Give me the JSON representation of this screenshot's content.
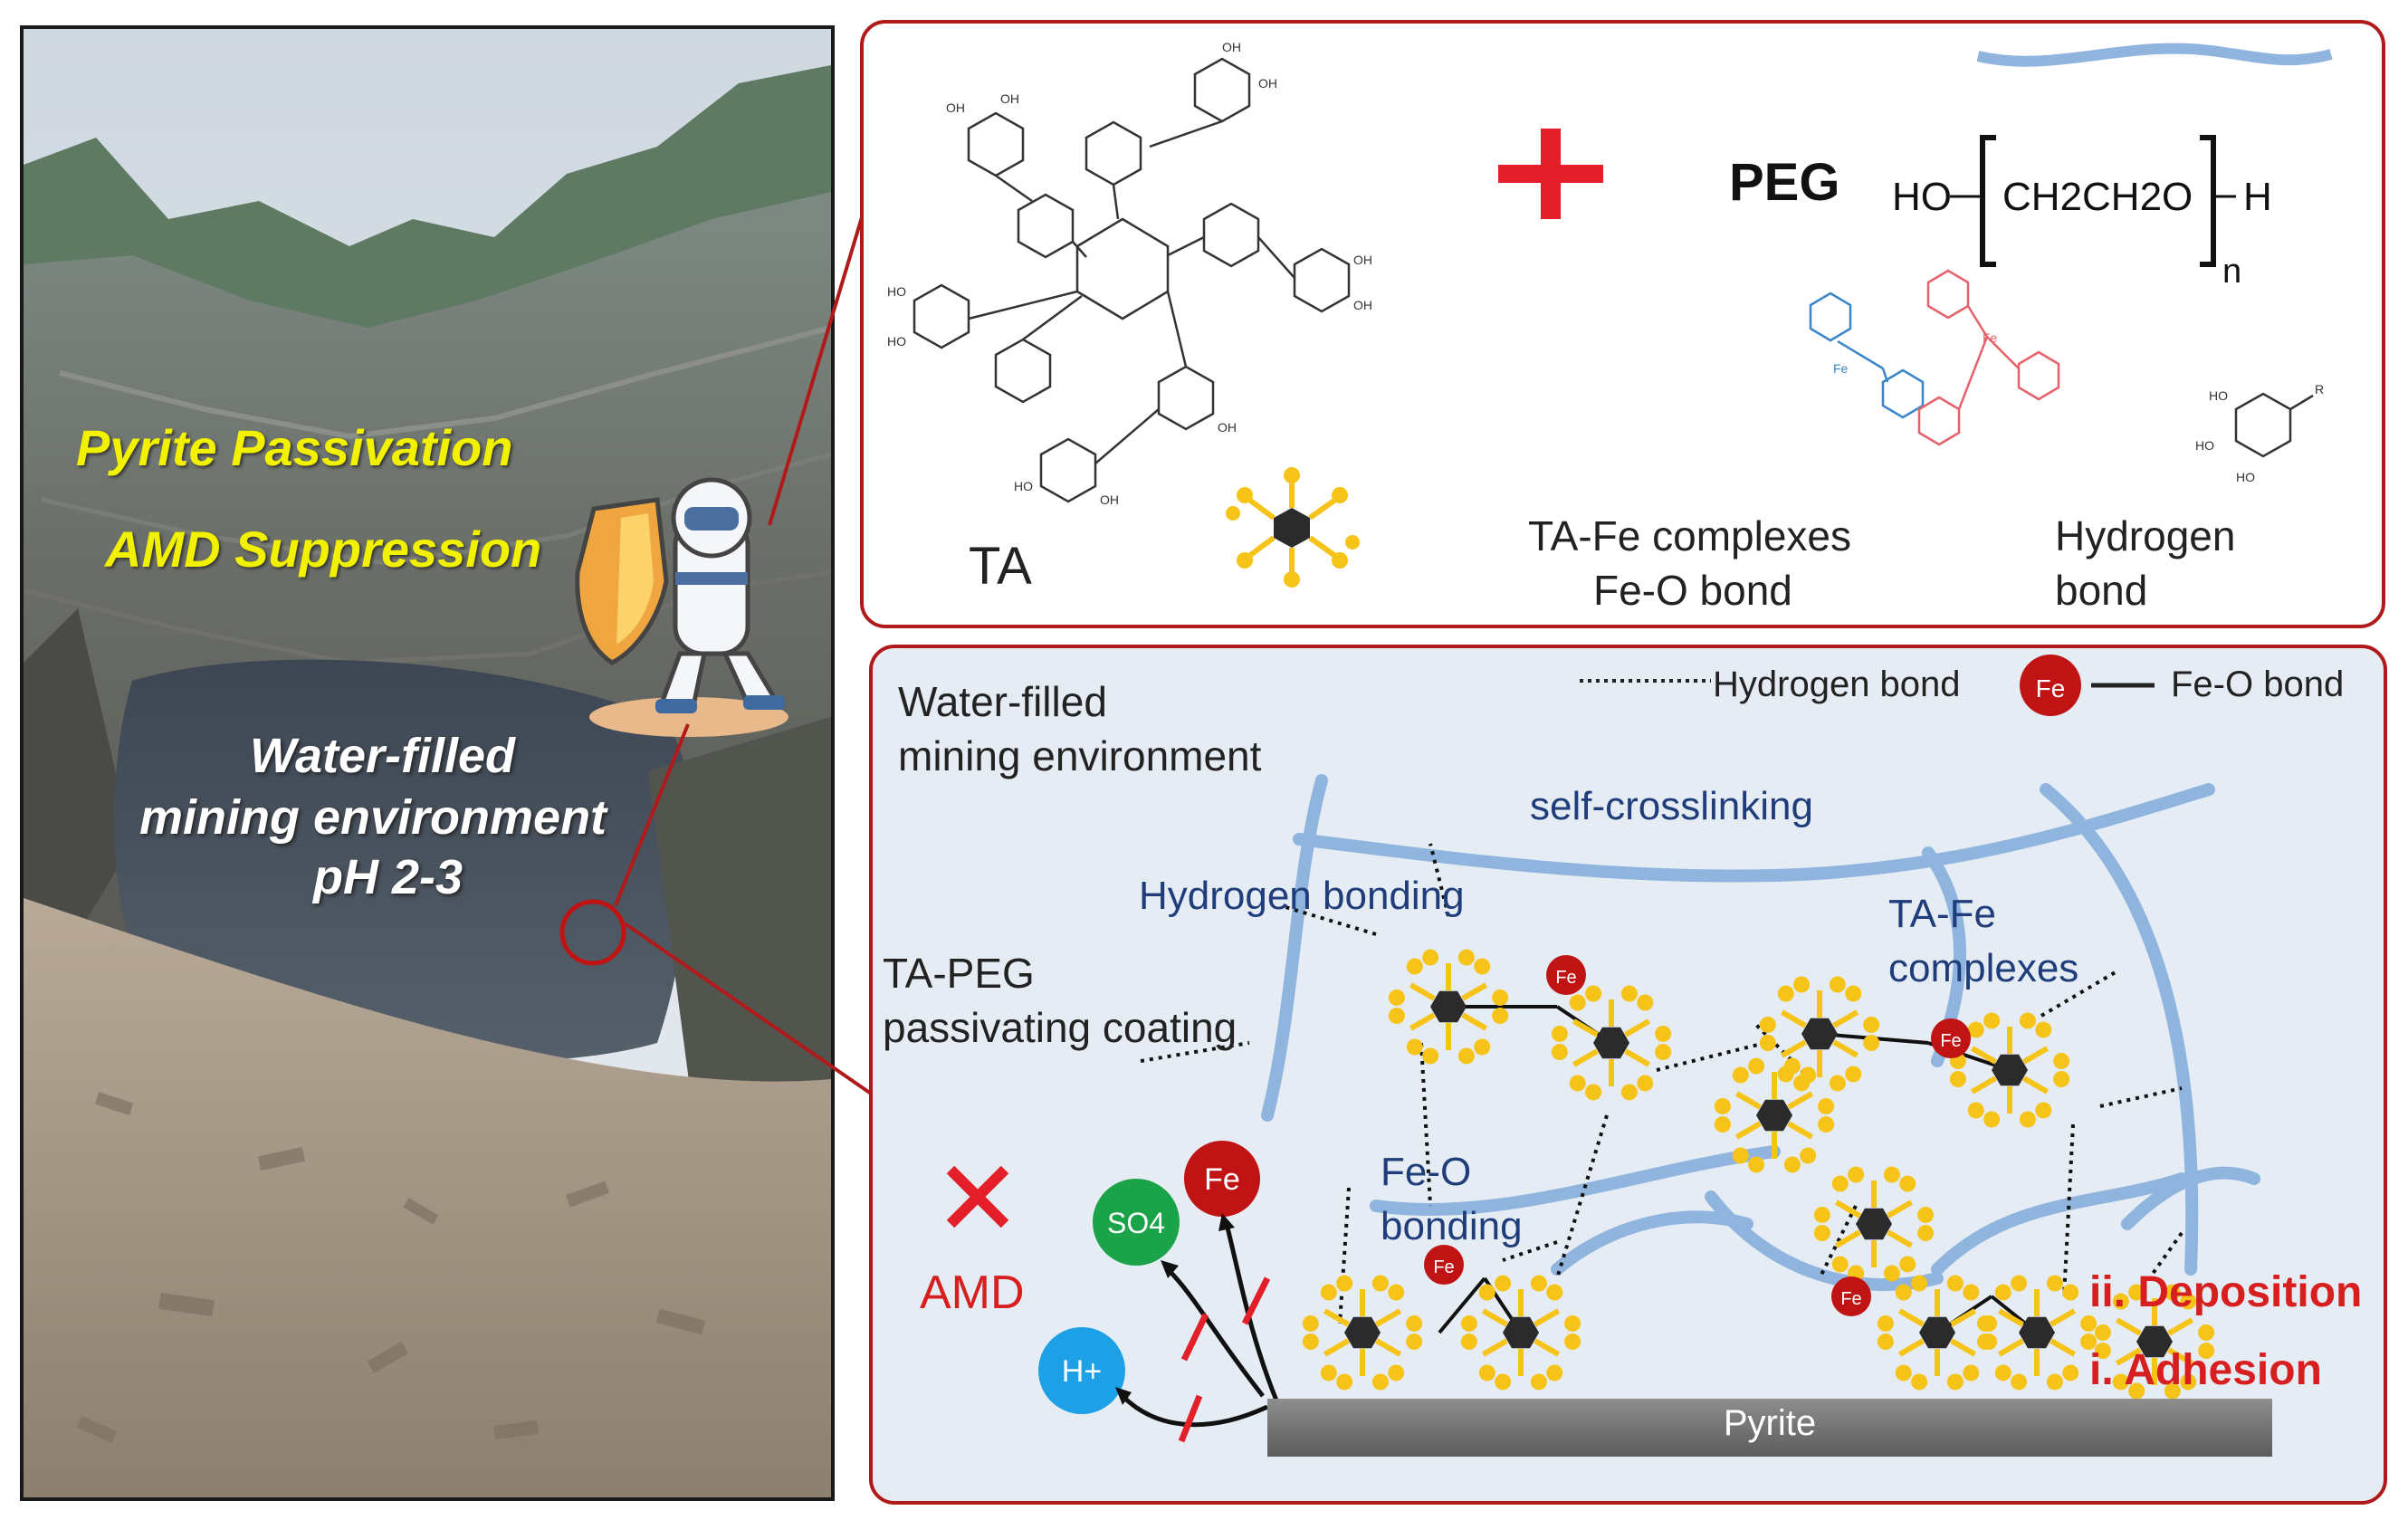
{
  "photo": {
    "title_line1": "Pyrite Passivation",
    "title_line2": "AMD Suppression",
    "env_line1": "Water-filled",
    "env_line2": "mining environment",
    "env_line3": "pH 2-3"
  },
  "top_panel": {
    "ta_label": "TA",
    "peg_label": "PEG",
    "peg_formula": {
      "ho": "HO",
      "repeat": "CH2CH2O",
      "end": "H",
      "n": "n"
    },
    "complex_label_line1": "TA-Fe complexes",
    "complex_label_line2": "Fe-O bond",
    "hbond_label_line1": "Hydrogen",
    "hbond_label_line2": "bond",
    "struct_oh": "OH",
    "struct_ho": "HO",
    "struct_fe": "Fe",
    "struct_r": "R"
  },
  "bottom_panel": {
    "env_line1": "Water-filled",
    "env_line2": "mining environment",
    "legend_hbond": "Hydrogen bond",
    "legend_fe_badge": "Fe",
    "legend_feo": "Fe-O bond",
    "self_crosslinking": "self-crosslinking",
    "hydrogen_bonding": "Hydrogen bonding",
    "ta_fe_line1": "TA-Fe",
    "ta_fe_line2": "complexes",
    "coating_line1": "TA-PEG",
    "coating_line2": "passivating coating",
    "feo_line1": "Fe-O",
    "feo_line2": "bonding",
    "amd": "AMD",
    "deposition": "ii. Deposition",
    "adhesion": "i. Adhesion",
    "pyrite": "Pyrite",
    "ion_fe": "Fe",
    "ion_so4": "SO4",
    "ion_h": "H+",
    "fe_badge": "Fe"
  },
  "colors": {
    "frame_red": "#b01a1a",
    "accent_red": "#d71f1f",
    "navy": "#1f3d7a",
    "node_yellow": "#f6c318",
    "ring_dark": "#2b2b2b",
    "fiber_blue": "#8fb5de",
    "so4_green": "#1aa348",
    "h_blue": "#1ea0e6",
    "fe_red": "#c01414",
    "complex_blue": "#3b86c9",
    "complex_pink": "#e5626b"
  }
}
